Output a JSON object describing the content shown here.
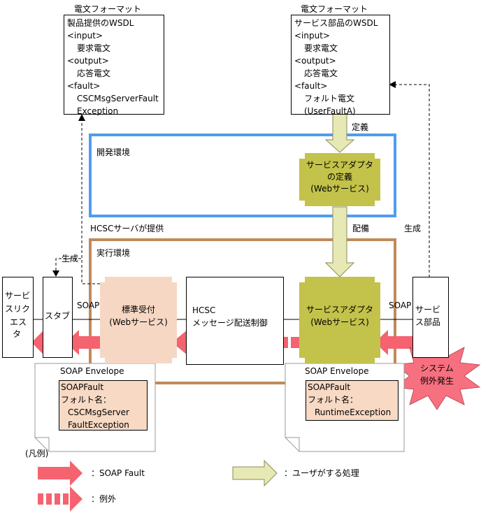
{
  "format_left": {
    "title": "電文フォーマット",
    "lines": [
      "製品提供のWSDL",
      "<input>",
      "要求電文",
      "<output>",
      "応答電文",
      "<fault>",
      "CSCMsgServerFault",
      "Exception"
    ]
  },
  "format_right": {
    "title": "電文フォーマット",
    "lines": [
      "サービス部品のWSDL",
      "<input>",
      "要求電文",
      "<output>",
      "応答電文",
      "<fault>",
      "フォルト電文",
      "(UserFaultA)"
    ]
  },
  "labels": {
    "teigi": "定義",
    "kaihatsu": "開発環境",
    "haibi": "配備",
    "seisei_right": "生成",
    "hcsc_provided": "HCSCサーバが提供",
    "jikko": "実行環境",
    "seisei_left": "生成",
    "soap_left": "SOAP",
    "soap_right": "SOAP"
  },
  "nodes": {
    "adapter_dev": [
      "サービスアダプタ",
      "の定義",
      "(Webサービス)"
    ],
    "service_requester": [
      "サービ",
      "スリク",
      "エス",
      "タ"
    ],
    "stub": "スタブ",
    "std_reception": [
      "標準受付",
      "(Webサービス)"
    ],
    "hcsc_message": [
      "HCSC",
      "メッセージ配送制御"
    ],
    "adapter_run": [
      "サービスアダプタ",
      "(Webサービス)"
    ],
    "service_part": [
      "サービ",
      "ス部品"
    ],
    "system_exception": [
      "システム",
      "例外発生"
    ]
  },
  "envelope_left": {
    "title": "SOAP Envelope",
    "lines": [
      "SOAPFault",
      "フォルト名：",
      "CSCMsgServer",
      "FaultException"
    ]
  },
  "envelope_right": {
    "title": "SOAP Envelope",
    "lines": [
      "SOAPFault",
      "フォルト名：",
      "RuntimeException"
    ]
  },
  "legend": {
    "title": "(凡例)",
    "soap_fault": "：SOAP Fault",
    "exception": "：例外",
    "user_process": "：ユーザがする処理"
  },
  "colors": {
    "fault_arrow": "#f4636f",
    "user_arrow": "#e6e9b4",
    "adapter": "#c3c24a",
    "std_reception": "#f6d7c3",
    "dev_frame": "#4f9cf0",
    "run_frame": "#c08a5a",
    "burst": "#f7707f"
  }
}
